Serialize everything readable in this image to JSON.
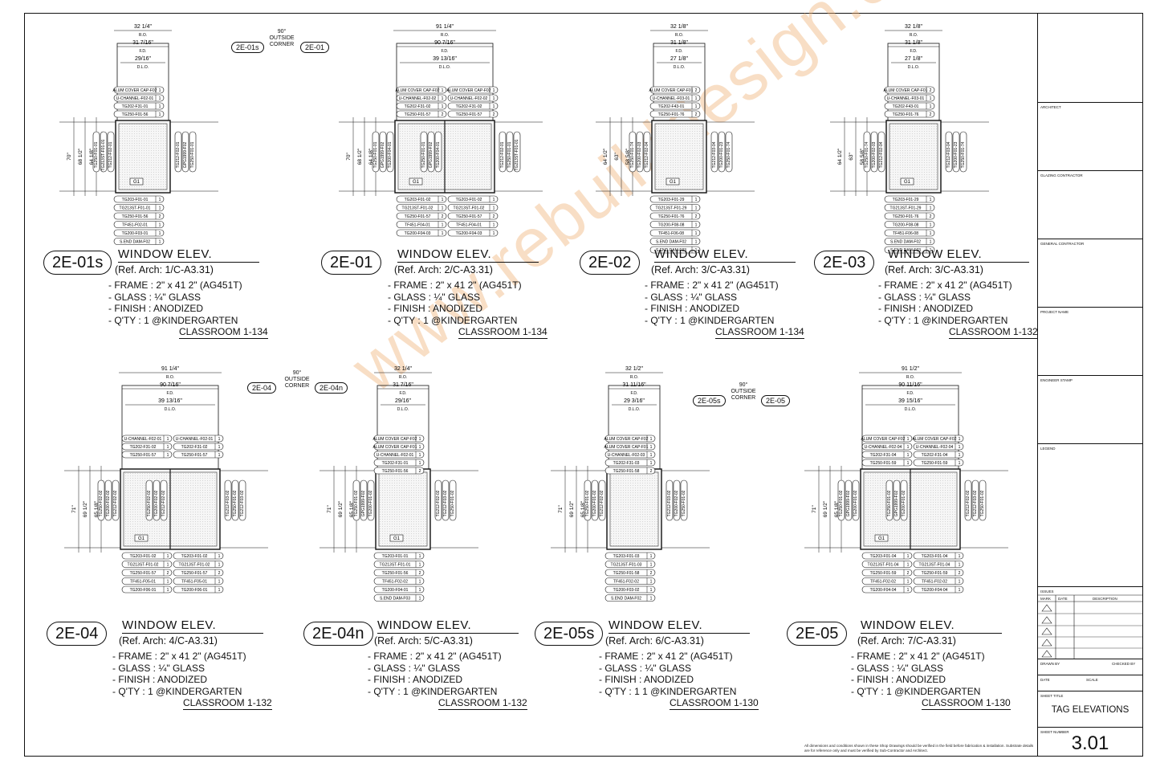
{
  "watermark": "www.rebuilddesign.com",
  "elevations": [
    {
      "tag": "2E-01s",
      "title": "WINDOW ELEV.",
      "ref": "(Ref. Arch: 1/C-A3.31)",
      "frame": "- FRAME : 2\" x 41     2\" (AG451T)",
      "glass": "- GLASS :              ¼\" GLASS",
      "finish": "- FINISH : ANODIZED",
      "qty": "- Q'TY : 1 @KINDERGARTEN",
      "room": "CLASSROOM 1-134",
      "dims": {
        "ro": "32 1/4\"",
        "fd": "31 7/16\"",
        "dlo": "29/16\"",
        "h1": "70\"",
        "h2": "68 1/2\"",
        "h3": "64 1/8\""
      },
      "top_tags": [
        "ALUM COVER CAP-F02",
        "U-CHANNEL-F02-01",
        "TG202-F31-01",
        "TG250-F01-56"
      ],
      "top_qty": [
        "1",
        "1",
        "1",
        "1"
      ],
      "bot_tags": [
        "TG203-F01-01",
        "TG213ST-F01-01",
        "TG250-F01-56",
        "TF451-F02-01",
        "TG200-F03-01",
        "S.END DAM-F02"
      ],
      "bot_qty": [
        "1",
        "1",
        "2",
        "1",
        "1",
        "1"
      ],
      "side_tags": [
        "TG250-F01-01",
        "TG213ST-F01-01",
        "TG212-F02-01",
        "TG212-F02-01",
        "GPG1999-F02",
        "TG250-F01-01"
      ],
      "glass_tag": "G1"
    },
    {
      "tag": "2E-01",
      "title": "WINDOW ELEV.",
      "ref": "(Ref. Arch: 2/C-A3.31)",
      "frame": "- FRAME : 2\" x 41     2\" (AG451T)",
      "glass": "- GLASS :              ¼\" GLASS",
      "finish": "- FINISH : ANODIZED",
      "qty": "- Q'TY : 1 @KINDERGARTEN",
      "room": "CLASSROOM 1-134",
      "dims": {
        "ro": "91 1/4\"",
        "fd": "90 7/16\"",
        "dlo": "39 13/16\"",
        "h1": "70\"",
        "h2": "68 1/2\"",
        "h3": "64 1/8\""
      },
      "top_tags": [
        "ALUM COVER CAP-F02",
        "U-CHANNEL-F02-02",
        "TG202-F31-02",
        "TG250-F01-57"
      ],
      "top_qty": [
        "1",
        "1",
        "1",
        "2"
      ],
      "bot_tags": [
        "TG203-F01-02",
        "TG213ST-F01-02",
        "TG250-F01-57",
        "TF451-F04-01",
        "TG200-F04-03"
      ],
      "bot_qty": [
        "1",
        "1",
        "2",
        "1",
        "1"
      ],
      "side_tags": [
        "TG250-F01-01",
        "GPG1999-F02",
        "TG200-F04-01",
        "TG212-F02-01",
        "TG250-F01-01",
        "TG213ST-F01-01"
      ],
      "glass_tag": "G1"
    },
    {
      "tag": "2E-02",
      "title": "WINDOW ELEV.",
      "ref": "(Ref. Arch: 3/C-A3.31)",
      "frame": "- FRAME : 2\" x 41     2\" (AG451T)",
      "glass": "- GLASS :              ¼\" GLASS",
      "finish": "- FINISH : ANODIZED",
      "qty": "- Q'TY : 1 @KINDERGARTEN",
      "room": "CLASSROOM 1-134",
      "dims": {
        "ro": "32 1/8\"",
        "fd": "31 1/8\"",
        "dlo": "27 1/8\"",
        "h1": "64 1/2\"",
        "h2": "63\"",
        "h3": "58 5/8\""
      },
      "top_tags": [
        "ALUM COVER CAP-F01",
        "U-CHANNEL-F03-01",
        "TG202-F43-01",
        "TG250-F01-76"
      ],
      "top_qty": [
        "2",
        "1",
        "1",
        "2"
      ],
      "bot_tags": [
        "TG203-F01-29",
        "TG213ST-F01-29",
        "TG250-F01-76",
        "TG200-F08-08",
        "TF451-F06-08",
        "S.END DAM-F02",
        "S.END DAM-F03"
      ],
      "bot_qty": [
        "1",
        "1",
        "2",
        "1",
        "1",
        "1",
        "1"
      ],
      "side_tags": [
        "TG250-F01-74",
        "TG200-F02-03",
        "TG212-F02-04",
        "TG212-F03-04",
        "TG200-F01-23",
        "TG250-F01-74"
      ],
      "glass_tag": "G1"
    },
    {
      "tag": "2E-03",
      "title": "WINDOW ELEV.",
      "ref": "(Ref. Arch: 3/C-A3.31)",
      "frame": "- FRAME : 2\" x 41     2\" (AG451T)",
      "glass": "- GLASS :              ¼\" GLASS",
      "finish": "- FINISH : ANODIZED",
      "qty": "- Q'TY : 1 @KINDERGARTEN",
      "room": "CLASSROOM 1-132",
      "dims": {
        "ro": "32 1/8\"",
        "fd": "31 1/8\"",
        "dlo": "27 1/8\"",
        "h1": "64 1/2\"",
        "h2": "63\"",
        "h3": "58 5/8\""
      },
      "top_tags": [
        "ALUM COVER CAP-F01",
        "U-CHANNEL-F03-01",
        "TG202-F43-01",
        "TG250-F01-76"
      ],
      "top_qty": [
        "2",
        "1",
        "1",
        "2"
      ],
      "bot_tags": [
        "TG203-F01-29",
        "TG213ST-F01-29",
        "TG250-F01-76",
        "TG200-F08-08",
        "TF451-F06-08",
        "S.END DAM-F02",
        "S.END DAM-F03"
      ],
      "bot_qty": [
        "1",
        "1",
        "2",
        "1",
        "1",
        "1",
        "1"
      ],
      "side_tags": [
        "TG250-F01-74",
        "TG200-F02-03",
        "TG212-F02-04",
        "TG212-F03-04",
        "TG200-F01-23",
        "TG250-F01-74"
      ],
      "glass_tag": "G1"
    },
    {
      "tag": "2E-04",
      "title": "WINDOW ELEV.",
      "ref": "(Ref. Arch: 4/C-A3.31)",
      "frame": "- FRAME : 2\" x 41     2\" (AG451T)",
      "glass": "- GLASS :              ¼\" GLASS",
      "finish": "- FINISH : ANODIZED",
      "qty": "- Q'TY : 1 @KINDERGARTEN",
      "room": "CLASSROOM 1-132",
      "dims": {
        "ro": "91 1/4\"",
        "fd": "90 7/16\"",
        "dlo": "39 13/16\"",
        "h1": "71\"",
        "h2": "69 1/2\"",
        "h3": "65 1/8\""
      },
      "top_tags": [
        "U-CHANNEL-F02-01",
        "TG202-F31-02",
        "TG250-F01-57"
      ],
      "top_qty": [
        "1",
        "1",
        "1"
      ],
      "bot_tags": [
        "TG203-F01-02",
        "TG213ST-F01-02",
        "TG250-F01-57",
        "TF451-F05-01",
        "TG200-F06-01"
      ],
      "bot_qty": [
        "1",
        "1",
        "2",
        "1",
        "1"
      ],
      "side_tags": [
        "TG250-F02-02",
        "TG200-F02-02",
        "TG212-F02-02",
        "TG212-F03-02",
        "TG250-F01-02",
        "TG212-F03-02"
      ],
      "glass_tag": "G1"
    },
    {
      "tag": "2E-04n",
      "title": "WINDOW ELEV.",
      "ref": "(Ref. Arch: 5/C-A3.31)",
      "frame": "- FRAME : 2\" x 41     2\" (AG451T)",
      "glass": "- GLASS :              ¼\" GLASS",
      "finish": "- FINISH : ANODIZED",
      "qty": "- Q'TY : 1 @KINDERGARTEN",
      "room": "CLASSROOM 1-132",
      "dims": {
        "ro": "32 1/4\"",
        "fd": "31 7/16\"",
        "dlo": "29/16\"",
        "h1": "71\"",
        "h2": "69 1/2\"",
        "h3": "65 1/8\""
      },
      "top_tags": [
        "ALUM COVER CAP-F02",
        "ALUM COVER CAP-F01",
        "U-CHANNEL-F02-01",
        "TG202-F31-01",
        "TG250-F01-56"
      ],
      "top_qty": [
        "1",
        "1",
        "1",
        "1",
        "2"
      ],
      "bot_tags": [
        "TG203-F01-01",
        "TG213ST-F01-01",
        "TG250-F01-56",
        "TF451-F02-02",
        "TG200-F04-01",
        "S.END DAM-F03"
      ],
      "bot_qty": [
        "1",
        "1",
        "2",
        "1",
        "1",
        "1"
      ],
      "side_tags": [
        "TG250-F01-02",
        "GPG1999-F02",
        "TG200-F01-02",
        "TG212-F02-02",
        "TG212-F03-02",
        "TG250-F01-02"
      ],
      "glass_tag": "G1"
    },
    {
      "tag": "2E-05s",
      "title": "WINDOW ELEV.",
      "ref": "(Ref. Arch: 6/C-A3.31)",
      "frame": "- FRAME : 2\" x 41     2\" (AG451T)",
      "glass": "- GLASS :              ¼\" GLASS",
      "finish": "- FINISH : ANODIZED",
      "qty": "- Q'TY          : 1 1 @KINDERGARTEN",
      "room": "CLASSROOM 1-130",
      "dims": {
        "ro": "32 1/2\"",
        "fd": "31 11/16\"",
        "dlo": "29 3/16\"",
        "h1": "71\"",
        "h2": "69 1/2\"",
        "h3": "65 1/8\""
      },
      "top_tags": [
        "ALUM COVER CAP-F02",
        "ALUM COVER CAP-F01",
        "U-CHANNEL-F02-03",
        "TG202-F31-03",
        "TG250-F01-58"
      ],
      "top_qty": [
        "1",
        "1",
        "1",
        "1",
        "2"
      ],
      "bot_tags": [
        "TG203-F01-03",
        "TG213ST-F01-03",
        "TG250-F01-58",
        "TF451-F02-02",
        "TG200-F03-02",
        "S.END DAM-F02"
      ],
      "bot_qty": [
        "1",
        "1",
        "2",
        "1",
        "1",
        "1"
      ],
      "side_tags": [
        "TG250-F01-02",
        "TG200-F01-02",
        "TG212-F02-02",
        "TG212-F03-02",
        "TG200-F02-02",
        "TG250-F01-02"
      ],
      "glass_tag": ""
    },
    {
      "tag": "2E-05",
      "title": "WINDOW ELEV.",
      "ref": "(Ref. Arch: 7/C-A3.31)",
      "frame": "- FRAME : 2\" x 41     2\" (AG451T)",
      "glass": "- GLASS :              ¼\" GLASS",
      "finish": "- FINISH : ANODIZED",
      "qty": "- Q'TY : 1 @KINDERGARTEN",
      "room": "CLASSROOM 1-130",
      "dims": {
        "ro": "91 1/2\"",
        "fd": "90 11/16\"",
        "dlo": "39 15/16\"",
        "h1": "71\"",
        "h2": "69 1/2\"",
        "h3": "65 1/8\""
      },
      "top_tags": [
        "ALUM COVER CAP-F02",
        "U-CHANNEL-F02-04",
        "TG202-F31-04",
        "TG250-F01-59"
      ],
      "top_qty": [
        "1",
        "1",
        "1",
        "1"
      ],
      "bot_tags": [
        "TG203-F01-04",
        "TG213ST-F01-04",
        "TG250-F01-59",
        "TF451-F02-02",
        "TG200-F04-04"
      ],
      "bot_qty": [
        "1",
        "1",
        "2",
        "1",
        "1"
      ],
      "side_tags": [
        "TG250-F01-02",
        "GPG1999-F02",
        "TG200-F01-02",
        "TG212-F02-02",
        "TG212-F03-02",
        "TG250-F01-02"
      ],
      "glass_tag": "G1"
    }
  ],
  "corners": [
    {
      "left": "2E-01s",
      "right": "2E-01",
      "label": "90° OUTSIDE CORNER"
    },
    {
      "left": "2E-04",
      "right": "2E-04n",
      "label": "90° OUTSIDE CORNER"
    },
    {
      "left": "2E-05s",
      "right": "2E-05",
      "label": "90° OUTSIDE CORNER"
    }
  ],
  "titleblock": {
    "architect": "ARCHITECT",
    "glazing": "GLAZING CONTRACTOR",
    "general": "GENERAL CONTRACTOR",
    "project": "PROJECT NAME",
    "engineer": "ENGINEER  STAMP",
    "legend": "LEGEND",
    "issues": "ISSUES",
    "mark": "MARK",
    "date": "DATE",
    "description": "DESCRIPTION",
    "drawn_by": "DRAWN BY",
    "checked_by": "CHECKED BY",
    "date2": "DATE",
    "scale": "SCALE",
    "sheet_title_label": "SHEET TITLE",
    "sheet_title": "TAG ELEVATIONS",
    "sheet_number_label": "SHEET NUMBER",
    "sheet_number": "3.01"
  },
  "note": "All dimensions and conditions shown in these Shop Drawings should be verified in the field before fabrication &  installation. Substrate details are for reference only and must be verified by Sub-Contractor and Architect."
}
